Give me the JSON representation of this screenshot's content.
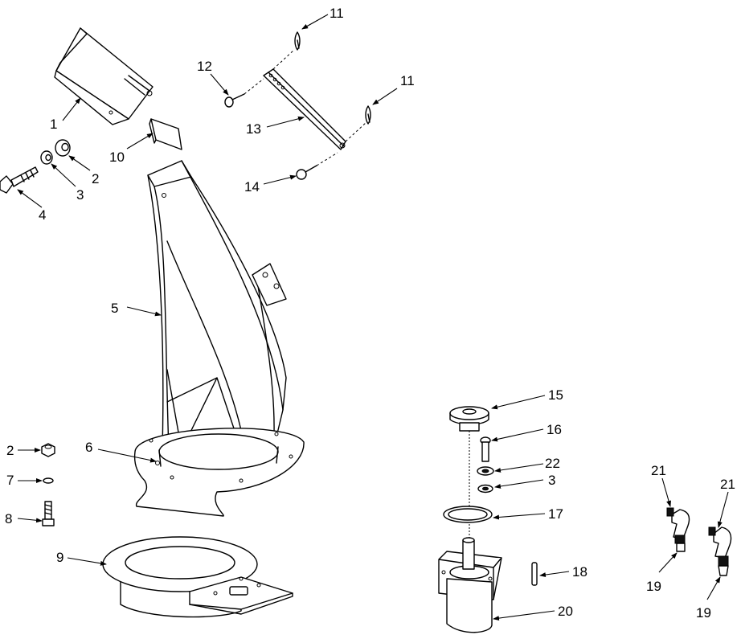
{
  "callouts": {
    "c1": "1",
    "c2a": "2",
    "c3a": "3",
    "c4": "4",
    "c5": "5",
    "c6": "6",
    "c2b": "2",
    "c7": "7",
    "c8": "8",
    "c9": "9",
    "c10": "10",
    "c11a": "11",
    "c11b": "11",
    "c12": "12",
    "c13": "13",
    "c14": "14",
    "c15": "15",
    "c16": "16",
    "c22": "22",
    "c3b": "3",
    "c17": "17",
    "c18": "18",
    "c20": "20",
    "c21a": "21",
    "c21b": "21",
    "c19a": "19",
    "c19b": "19"
  }
}
